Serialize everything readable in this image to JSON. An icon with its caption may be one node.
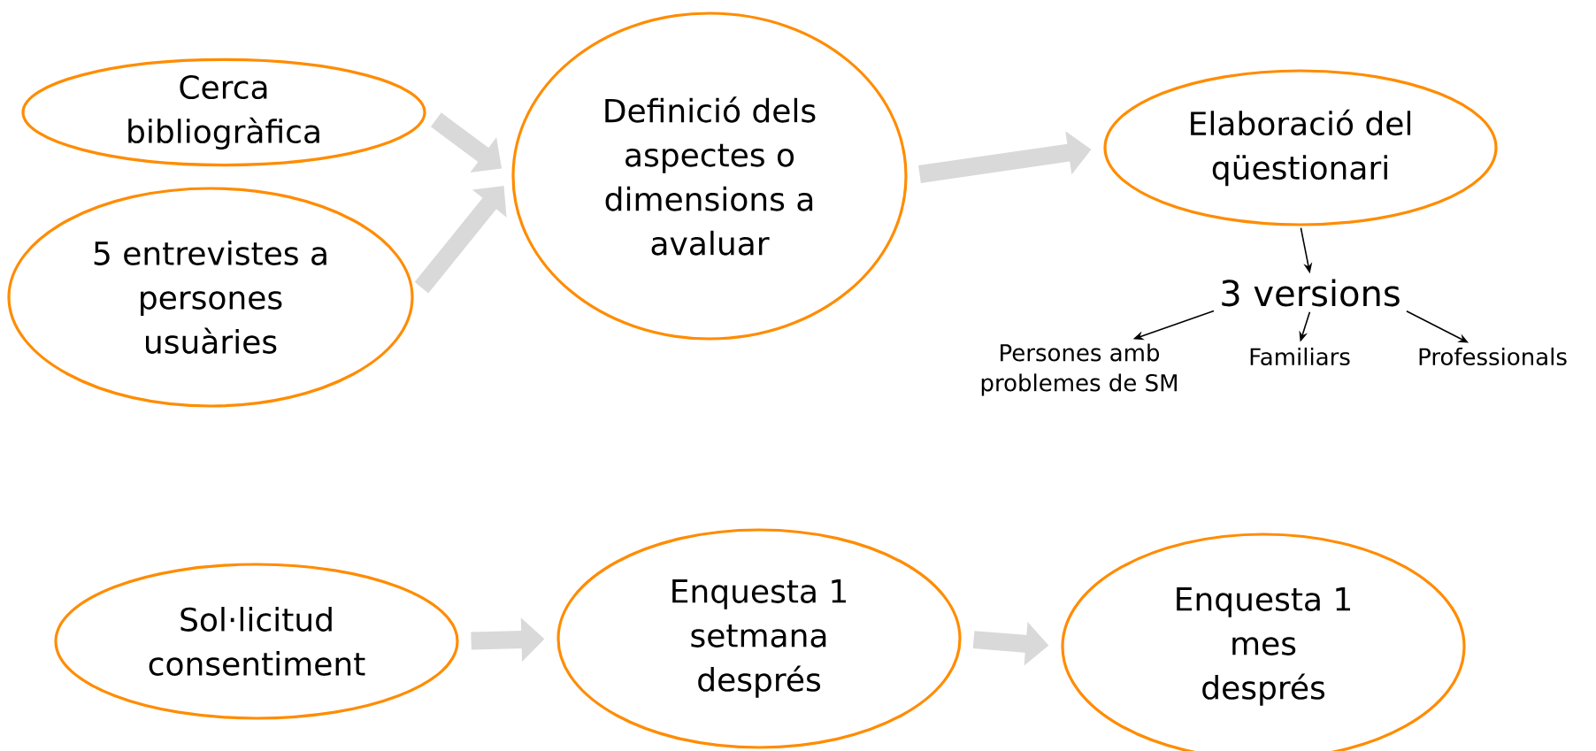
{
  "diagram": {
    "nodes": [
      {
        "text": [
          "Cerca bibliogràfica"
        ]
      },
      {
        "text": [
          "5 entrevistes a persones usuàries"
        ]
      },
      {
        "text": [
          "Definició dels aspectes o dimensions a avaluar"
        ]
      },
      {
        "text": [
          "Elaboració del qüestionari"
        ]
      },
      {
        "text": [
          "3 versions"
        ]
      },
      {
        "text": [
          "Persones amb problemes de SM"
        ]
      },
      {
        "text": [
          "Familiars"
        ]
      },
      {
        "text": [
          "Professionals"
        ]
      },
      {
        "text": [
          "Sol·licitud consentiment"
        ]
      },
      {
        "text": [
          "Enquesta 1 setmana després"
        ]
      },
      {
        "text": [
          "Enquesta 1 mes després"
        ]
      }
    ],
    "edges": [
      {
        "from": 0,
        "to": 2,
        "arrow": "to"
      },
      {
        "from": 1,
        "to": 2,
        "arrow": "to"
      },
      {
        "from": 2,
        "to": 3,
        "arrow": "to"
      },
      {
        "from": 3,
        "to": 4,
        "arrow": "to",
        "color": "#000000"
      },
      {
        "from": 4,
        "to": 5,
        "arrow": "to",
        "color": "#000000"
      },
      {
        "from": 4,
        "to": 6,
        "arrow": "to",
        "color": "#000000"
      },
      {
        "from": 4,
        "to": 7,
        "arrow": "to",
        "color": "#000000"
      },
      {
        "from": 8,
        "to": 9,
        "arrow": "to"
      },
      {
        "from": 9,
        "to": 10,
        "arrow": "to"
      }
    ]
  }
}
